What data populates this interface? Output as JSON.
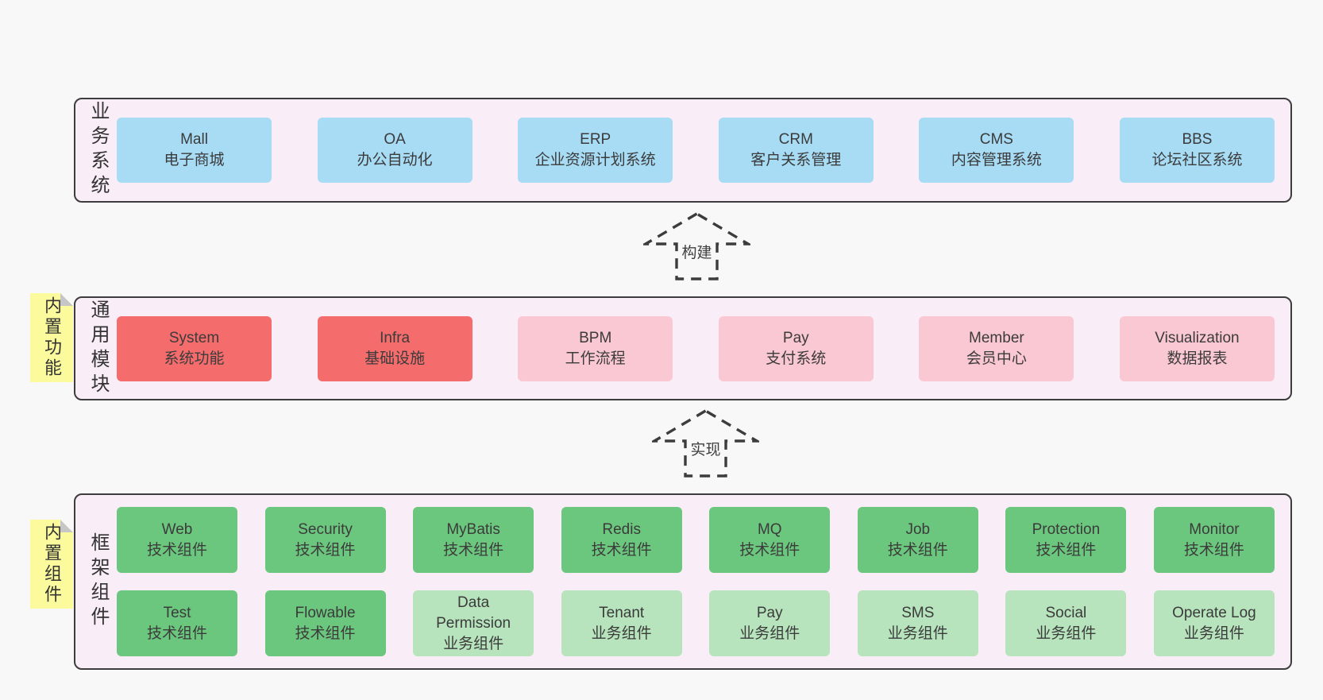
{
  "colors": {
    "page_bg": "#F8F8F8",
    "layer_bg": "#F9EDF8",
    "layer_border": "#3D3D3D",
    "blue": "#A8DCF5",
    "red": "#F56C6C",
    "pink": "#FAC8D2",
    "green": "#6CC77E",
    "light_green": "#B7E4BD",
    "note_yellow": "#FBFB9E",
    "note_fold": "#C6C6C6",
    "text": "#3B3B3B"
  },
  "layers": [
    {
      "label": "业务系统",
      "boxes": [
        {
          "title": "Mall",
          "subtitle": "电子商城"
        },
        {
          "title": "OA",
          "subtitle": "办公自动化"
        },
        {
          "title": "ERP",
          "subtitle": "企业资源计划系统"
        },
        {
          "title": "CRM",
          "subtitle": "客户关系管理"
        },
        {
          "title": "CMS",
          "subtitle": "内容管理系统"
        },
        {
          "title": "BBS",
          "subtitle": "论坛社区系统"
        }
      ]
    },
    {
      "label": "通用模块",
      "boxes": [
        {
          "title": "System",
          "subtitle": "系统功能"
        },
        {
          "title": "Infra",
          "subtitle": "基础设施"
        },
        {
          "title": "BPM",
          "subtitle": "工作流程"
        },
        {
          "title": "Pay",
          "subtitle": "支付系统"
        },
        {
          "title": "Member",
          "subtitle": "会员中心"
        },
        {
          "title": "Visualization",
          "subtitle": "数据报表"
        }
      ]
    },
    {
      "label": "框架组件",
      "rows": [
        [
          {
            "title": "Web",
            "subtitle": "技术组件"
          },
          {
            "title": "Security",
            "subtitle": "技术组件"
          },
          {
            "title": "MyBatis",
            "subtitle": "技术组件"
          },
          {
            "title": "Redis",
            "subtitle": "技术组件"
          },
          {
            "title": "MQ",
            "subtitle": "技术组件"
          },
          {
            "title": "Job",
            "subtitle": "技术组件"
          },
          {
            "title": "Protection",
            "subtitle": "技术组件"
          },
          {
            "title": "Monitor",
            "subtitle": "技术组件"
          }
        ],
        [
          {
            "title": "Test",
            "subtitle": "技术组件"
          },
          {
            "title": "Flowable",
            "subtitle": "技术组件"
          },
          {
            "title": "Data Permission",
            "subtitle": "业务组件"
          },
          {
            "title": "Tenant",
            "subtitle": "业务组件"
          },
          {
            "title": "Pay",
            "subtitle": "业务组件"
          },
          {
            "title": "SMS",
            "subtitle": "业务组件"
          },
          {
            "title": "Social",
            "subtitle": "业务组件"
          },
          {
            "title": "Operate Log",
            "subtitle": "业务组件"
          }
        ]
      ]
    }
  ],
  "arrows": [
    {
      "label": "构建"
    },
    {
      "label": "实现"
    }
  ],
  "notes": [
    {
      "label": "内置功能"
    },
    {
      "label": "内置组件"
    }
  ]
}
